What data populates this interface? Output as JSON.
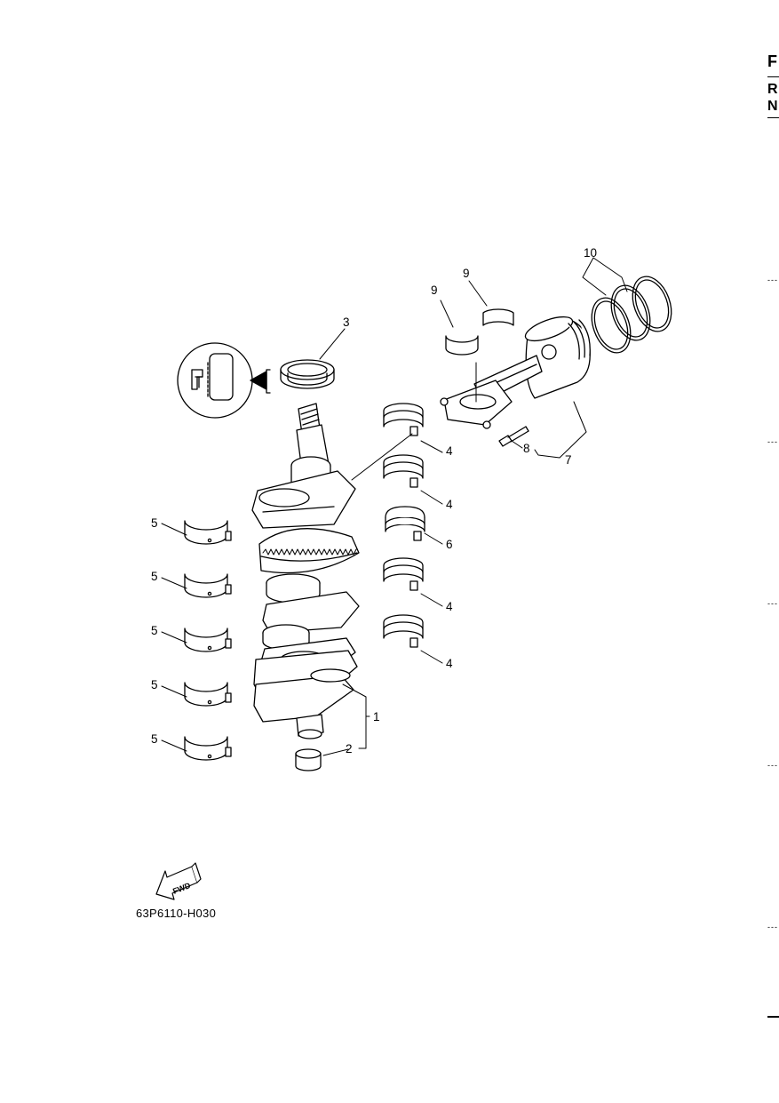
{
  "side_tabs": [
    "F",
    "R",
    "N"
  ],
  "side_marks": [
    "---",
    "---",
    "---",
    "---",
    "---",
    "---"
  ],
  "diagram": {
    "code": "63P6110-H030",
    "fwd_label": "FWD",
    "callouts": {
      "crankshaft": "1",
      "bushing": "2",
      "oil_seal": "3",
      "main_bearing_a": "4",
      "main_bearing_b": "4",
      "main_bearing_c": "4",
      "main_bearing_d": "4",
      "thrust_bearing": "6",
      "lower_bearing_a": "5",
      "lower_bearing_b": "5",
      "lower_bearing_c": "5",
      "lower_bearing_d": "5",
      "lower_bearing_e": "5",
      "piston_assy": "7",
      "bolt": "8",
      "rod_bearing_upper": "9",
      "rod_bearing_lower": "9",
      "piston_rings": "10"
    }
  }
}
